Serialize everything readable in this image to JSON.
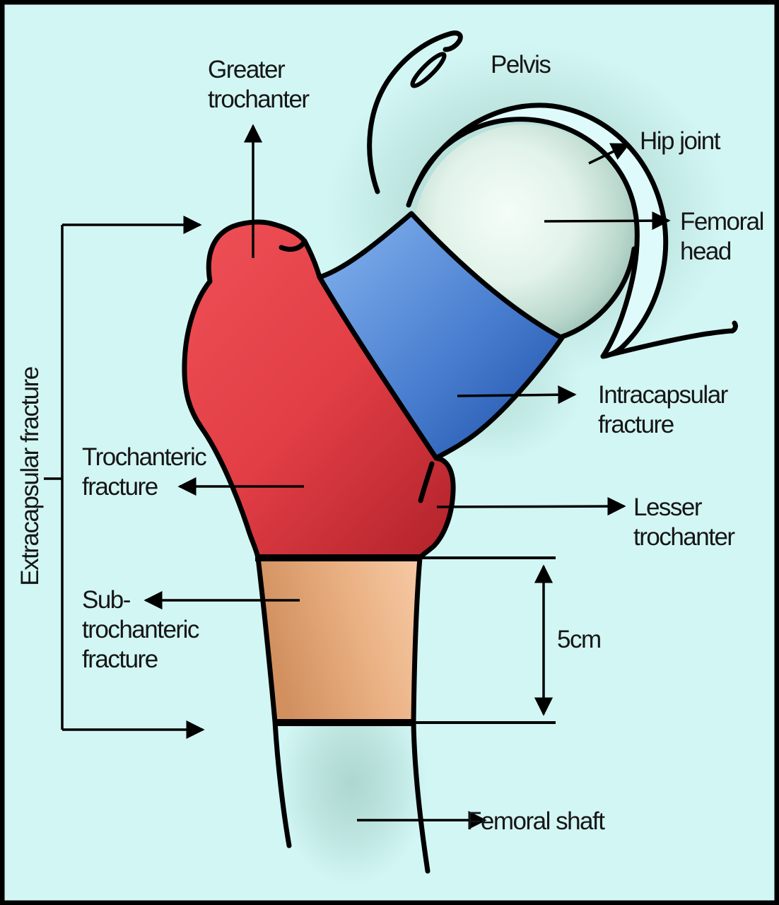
{
  "figure": {
    "title": "Hip fracture anatomy diagram",
    "background_color": "#d2f6f4",
    "outline_color": "#000000",
    "region_colors": {
      "trochanteric_region": "#e8474d",
      "intracapsular_neck": "#4f8ad8",
      "subtrochanteric_region": "#e8a87c",
      "femoral_head": "#e9f9f1",
      "acetabulum_band": "#dffafa"
    },
    "labels": {
      "greater_trochanter": "Greater\ntrochanter",
      "pelvis": "Pelvis",
      "hip_joint": "Hip joint",
      "femoral_head": "Femoral\nhead",
      "intracapsular_fracture": "Intracapsular\nfracture",
      "lesser_trochanter": "Lesser\ntrochanter",
      "trochanteric_fracture": "Trochanteric\nfracture",
      "subtrochanteric_fracture": "Sub-\ntrochanteric\nfracture",
      "extracapsular_fracture": "Extracapsular fracture",
      "measurement_5cm": "5cm",
      "femoral_shaft": "Femoral shaft"
    }
  }
}
